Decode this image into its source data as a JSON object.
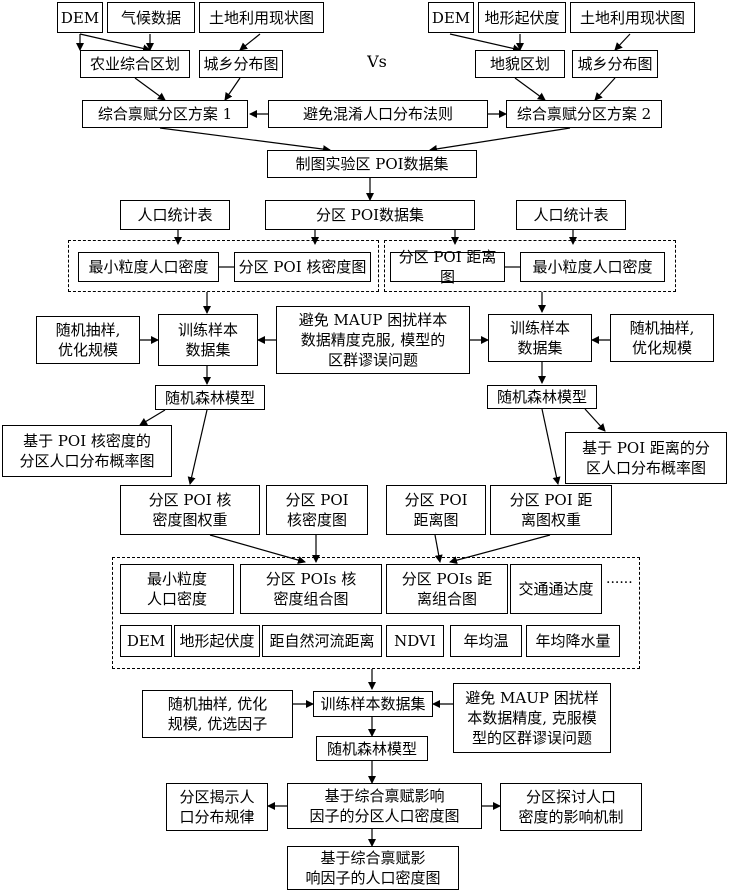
{
  "left_top": {
    "dem": "DEM",
    "climate": "气候数据",
    "landuse": "土地利用现状图",
    "agri_zone": "农业综合区划",
    "urban_rural": "城乡分布图",
    "plan1": "综合禀赋分区方案 1"
  },
  "right_top": {
    "dem": "DEM",
    "relief": "地形起伏度",
    "landuse": "土地利用现状图",
    "landform_zone": "地貌区划",
    "urban_rural": "城乡分布图",
    "plan2": "综合禀赋分区方案 2"
  },
  "vs": "Vs",
  "avoid_mixing": "避免混淆人口分布法则",
  "poi_dataset": "制图实验区 POI数据集",
  "zone_poi_dataset": "分区 POI数据集",
  "pop_stats_left": "人口统计表",
  "pop_stats_right": "人口统计表",
  "min_density_left": "最小粒度人口密度",
  "poi_kde": "分区 POI 核密度图",
  "poi_dist": "分区 POI 距离图",
  "min_density_right": "最小粒度人口密度",
  "random_left": "随机抽样,\n优化规模",
  "train_left": "训练样本\n数据集",
  "maup_mid": "避免 MAUP 困扰样本\n数据精度克服, 模型的\n区群谬误问题",
  "train_right": "训练样本\n数据集",
  "random_right": "随机抽样,\n优化规模",
  "rf_left": "随机森林模型",
  "rf_right": "随机森林模型",
  "prob_kde": "基于 POI 核密度的\n分区人口分布概率图",
  "prob_dist": "基于 POI 距离的分\n区人口分布概率图",
  "kde_weight": "分区 POI 核\n密度图权重",
  "kde_map": "分区 POI\n核密度图",
  "dist_map": "分区 POI\n距离图",
  "dist_weight": "分区 POI 距\n离图权重",
  "factors_row1": {
    "min_density": "最小粒度\n人口密度",
    "kde_combo": "分区 POIs 核\n密度组合图",
    "dist_combo": "分区 POIs 距\n离组合图",
    "traffic": "交通通达度",
    "ellipsis": "······"
  },
  "factors_row2": {
    "dem": "DEM",
    "relief": "地形起伏度",
    "river": "距自然河流距离",
    "ndvi": "NDVI",
    "temp": "年均温",
    "precip": "年均降水量"
  },
  "random_bottom": "随机抽样, 优化\n规模, 优选因子",
  "train_bottom": "训练样本数据集",
  "maup_bottom": "避免 MAUP 困扰样\n本数据精度, 克服模\n型的区群谬误问题",
  "rf_bottom": "随机森林模型",
  "reveal": "分区揭示人\n口分布规律",
  "zone_density": "基于综合禀赋影响\n因子的分区人口密度图",
  "mechanism": "分区探讨人口\n密度的影响机制",
  "final": "基于综合禀赋影\n响因子的人口密度图"
}
